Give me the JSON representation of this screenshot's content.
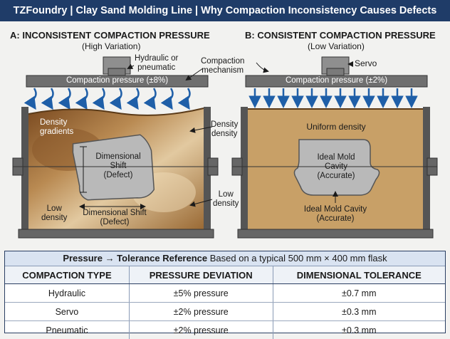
{
  "title": "TZFoundry | Clay Sand Molding Line | Why Compaction Inconsistency Causes Defects",
  "panel_a": {
    "title": "A: INCONSISTENT COMPACTION PRESSURE",
    "subtitle": "(High Variation)",
    "actuator_label_1": "Hydraulic or",
    "actuator_label_2": "pneumatic",
    "mechanism_label_1": "Compaction",
    "mechanism_label_2": "mechanism",
    "bar_label": "Compaction pressure (±8%)",
    "gradients_1": "Density",
    "gradients_2": "gradients",
    "defect_cavity_1": "Dimensional",
    "defect_cavity_2": "Shift",
    "defect_cavity_3": "(Defect)",
    "defect_bottom_1": "Dimensional Shift",
    "defect_bottom_2": "(Defect)",
    "low_density_1": "Low",
    "low_density_2": "density",
    "density_right_1": "Density",
    "density_right_2": "density",
    "low_right_1": "Low",
    "low_right_2": "density"
  },
  "panel_b": {
    "title": "B: CONSISTENT COMPACTION PRESSURE",
    "subtitle": "(Low Variation)",
    "actuator_label": "Servo",
    "bar_label": "Compaction pressure (±2%)",
    "uniform": "Uniform density",
    "cavity_1": "Ideal Mold",
    "cavity_2": "Cavity",
    "cavity_3": "(Accurate)",
    "cavity_below_1": "Ideal Mold Cavity",
    "cavity_below_2": "(Accurate)"
  },
  "table": {
    "heading_bold": "Pressure → Tolerance Reference",
    "heading_rest": " Based on a typical 500 mm × 400 mm flask",
    "columns": [
      "COMPACTION TYPE",
      "PRESSURE DEVIATION",
      "DIMENSIONAL TOLERANCE"
    ],
    "rows": [
      [
        "Hydraulic",
        "±5% pressure",
        "±0.7 mm"
      ],
      [
        "Servo",
        "±2% pressure",
        "±0.3 mm"
      ],
      [
        "Pneumatic",
        "±2% pressure",
        "±0.3 mm"
      ]
    ]
  },
  "colors": {
    "title_bg": "#1f3c68",
    "press_bar": "#6f6f6f",
    "arrow_blue": "#1f5fa8",
    "sand_dark": "#8a5a2c",
    "sand_light": "#cfa46a",
    "sand_uniform": "#c8a067",
    "cavity_gray": "#b9b9b9",
    "table_header_bg": "#d9e3f1"
  }
}
